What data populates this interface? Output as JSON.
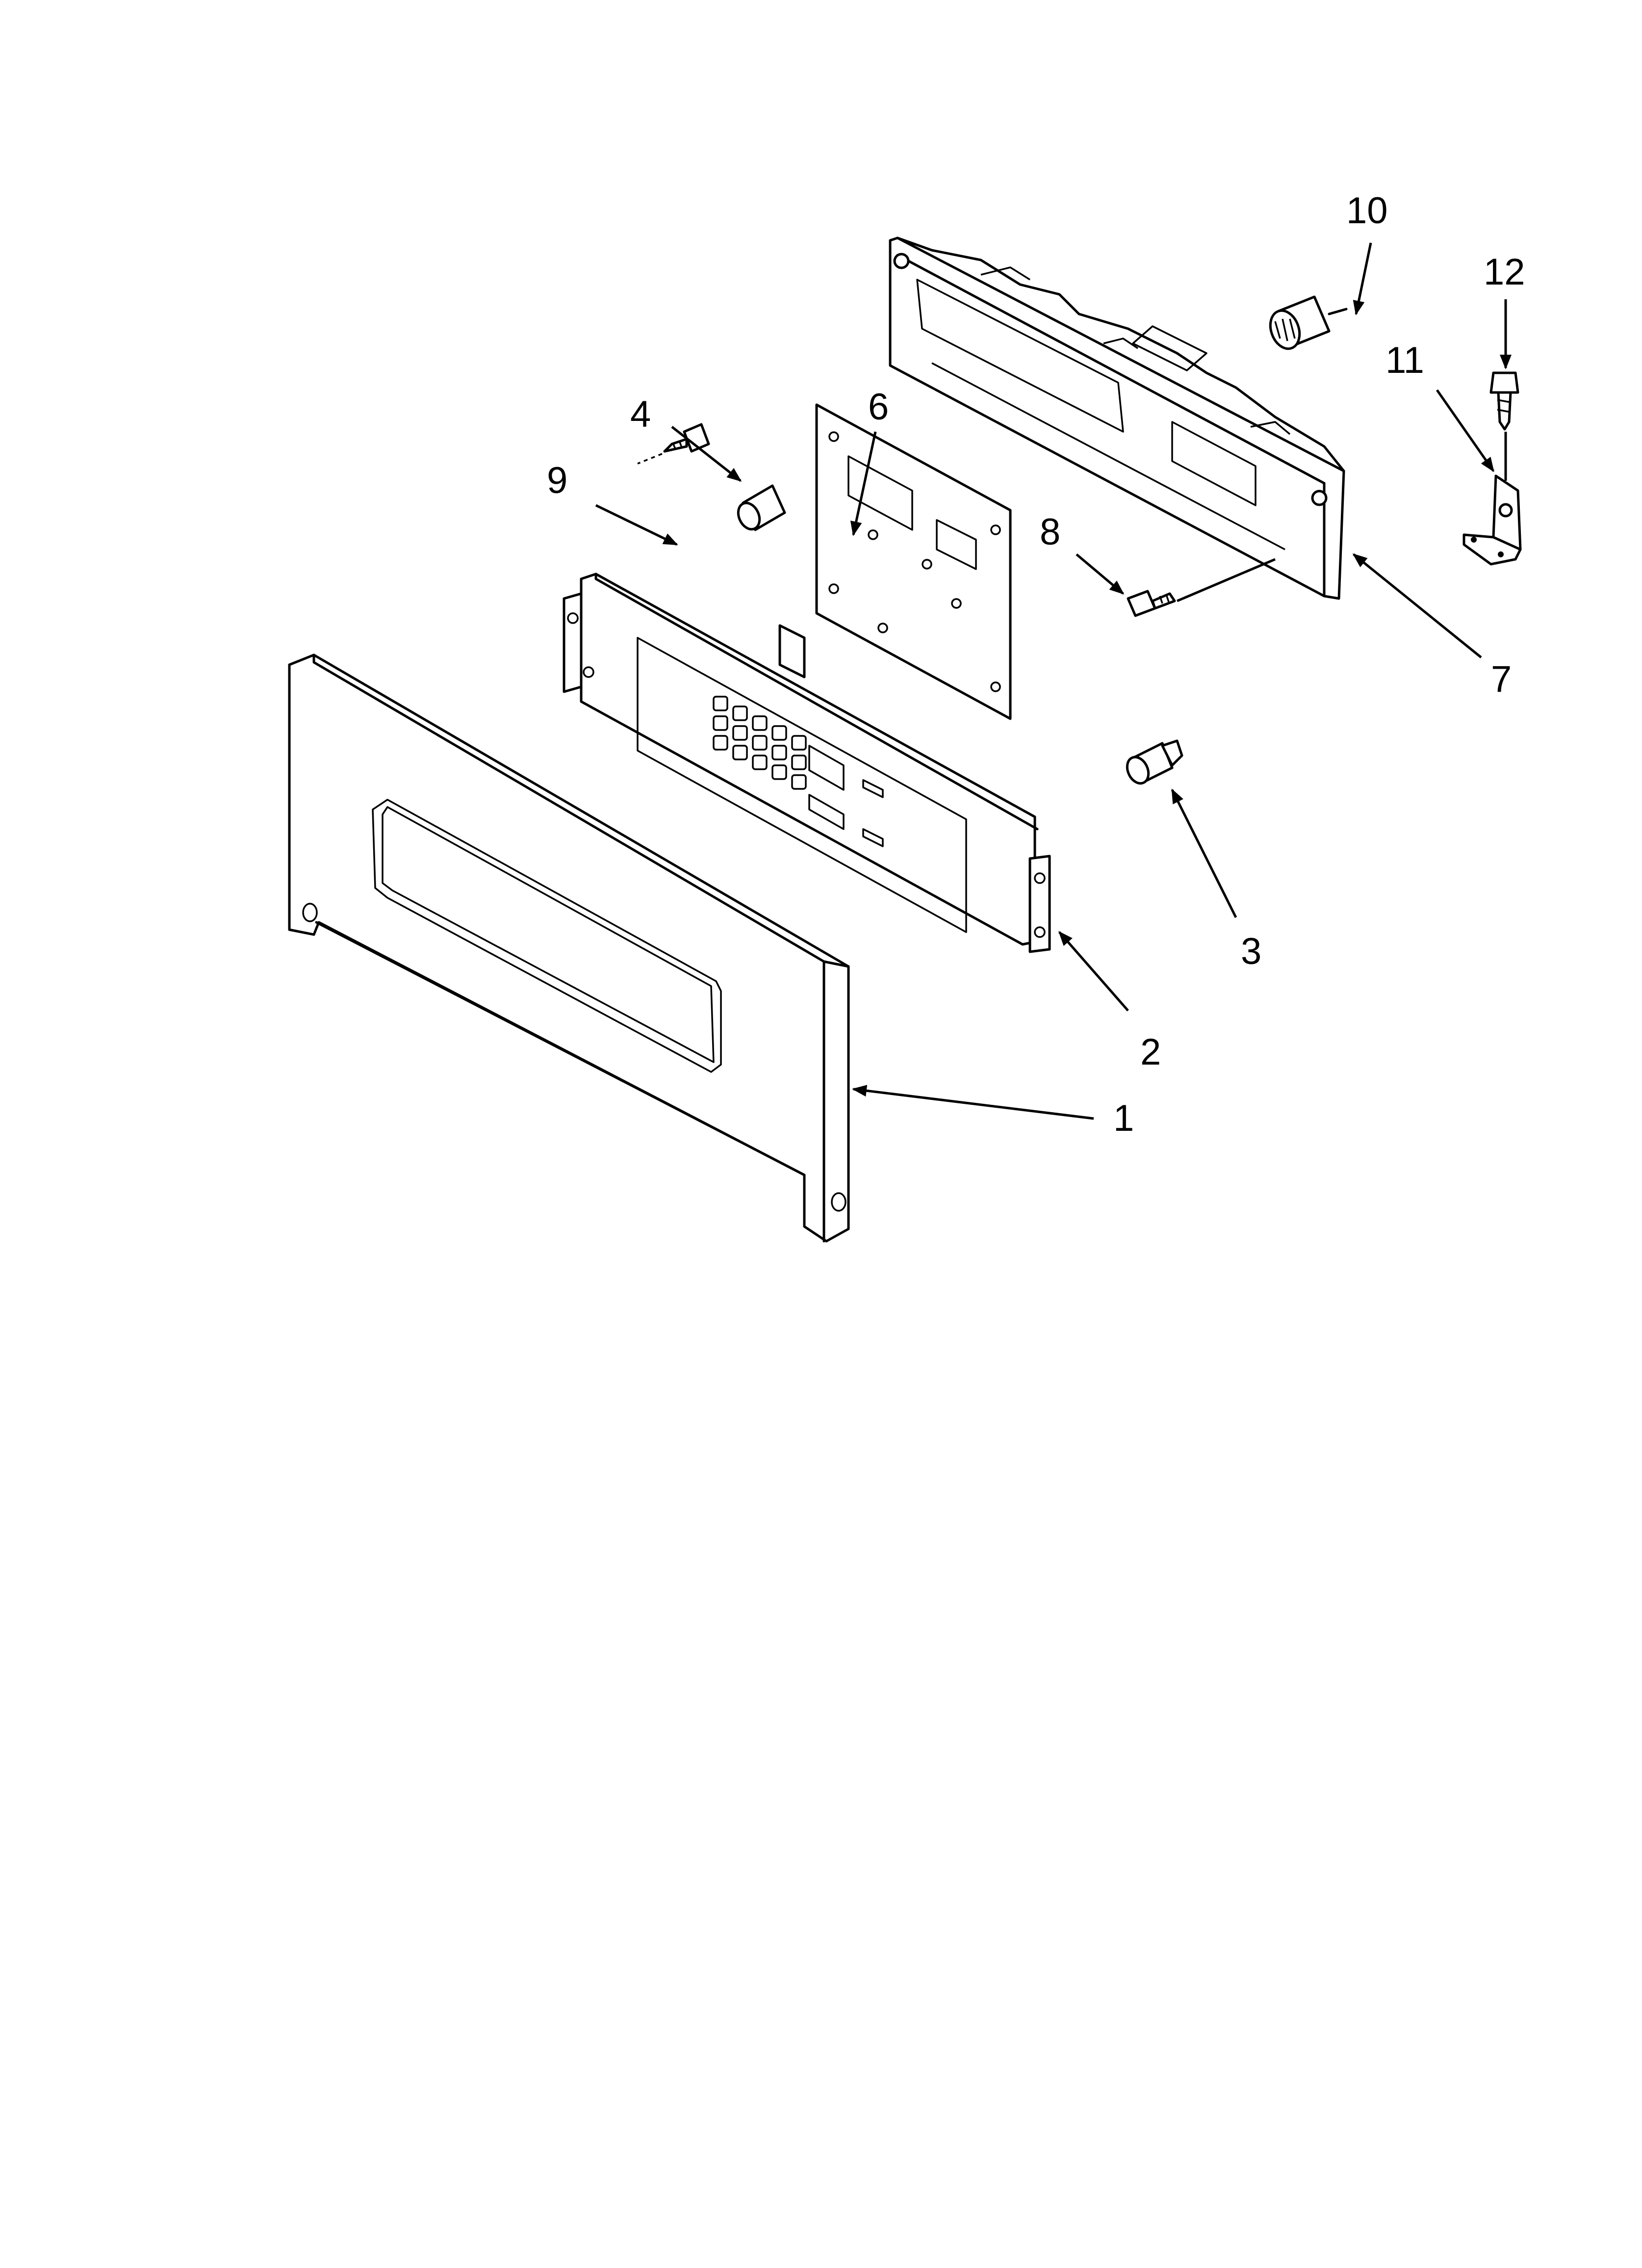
{
  "diagram": {
    "callouts": [
      {
        "id": "1",
        "label": "1",
        "part": "control-panel-trim"
      },
      {
        "id": "2",
        "label": "2",
        "part": "control-panel-with-keypad"
      },
      {
        "id": "3",
        "label": "3",
        "part": "spacer"
      },
      {
        "id": "4",
        "label": "4",
        "part": "spacer"
      },
      {
        "id": "6",
        "label": "6",
        "part": "circuit-board"
      },
      {
        "id": "7",
        "label": "7",
        "part": "control-housing"
      },
      {
        "id": "8",
        "label": "8",
        "part": "screw"
      },
      {
        "id": "9",
        "label": "9",
        "part": "screw"
      },
      {
        "id": "10",
        "label": "10",
        "part": "connector"
      },
      {
        "id": "11",
        "label": "11",
        "part": "bracket"
      },
      {
        "id": "12",
        "label": "12",
        "part": "screw"
      }
    ]
  }
}
